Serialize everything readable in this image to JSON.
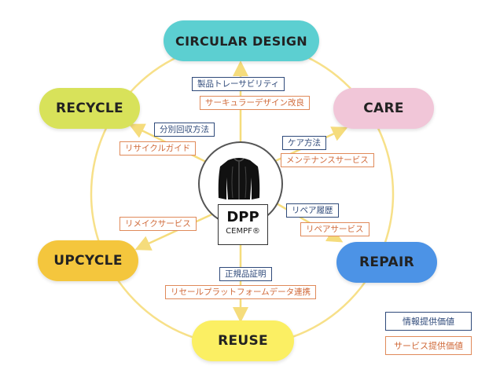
{
  "colors": {
    "ring": "#f7e089",
    "info": "#2f4a7a",
    "service": "#e08a5a",
    "circular_design": "#5ccfd1",
    "care": "#f1c6d8",
    "repair": "#4c93e6",
    "reuse": "#fbef63",
    "upcycle": "#f4c63d",
    "recycle": "#d8e25a"
  },
  "nodes": {
    "circular_design": "CIRCULAR DESIGN",
    "care": "CARE",
    "repair": "REPAIR",
    "reuse": "REUSE",
    "upcycle": "UPCYCLE",
    "recycle": "RECYCLE"
  },
  "center": {
    "icon": "jacket-icon",
    "title": "DPP",
    "subtitle": "CEMPF®"
  },
  "labels": {
    "traceability": "製品トレーサビリティ",
    "circular_design_improvement": "サーキュラーデザイン改良",
    "care_method": "ケア方法",
    "maintenance_service": "メンテナンスサービス",
    "repair_history": "リペア履歴",
    "repair_service": "リペアサービス",
    "authenticity": "正規品証明",
    "resale_platform": "リセールプラットフォームデータ連携",
    "remake_service": "リメイクサービス",
    "sorting_method": "分別回収方法",
    "recycle_guide": "リサイクルガイド"
  },
  "legend": {
    "info": "情報提供価値",
    "service": "サービス提供価値"
  }
}
